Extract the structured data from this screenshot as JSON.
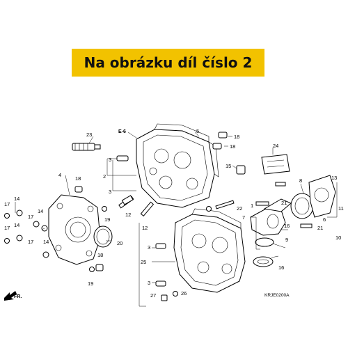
{
  "banner": {
    "text": "Na obrázku díl číslo 2",
    "color": "#f2c200"
  },
  "diagram": {
    "reference": "E-6",
    "front_marker": "FR.",
    "code": "KRJE0200A",
    "callouts": {
      "c1": "1",
      "c2": "2",
      "c3": "3",
      "c4": "4",
      "c5": "5",
      "c6": "6",
      "c7": "7",
      "c8": "8",
      "c9": "9",
      "c10": "10",
      "c11": "11",
      "c12": "12",
      "c13": "13",
      "c14": "14",
      "c15": "15",
      "c16": "16",
      "c17": "17",
      "c18": "18",
      "c19": "19",
      "c20": "20",
      "c21": "21",
      "c22": "22",
      "c23": "23",
      "c24": "24",
      "c25": "25",
      "c26": "26",
      "c27": "27"
    }
  }
}
